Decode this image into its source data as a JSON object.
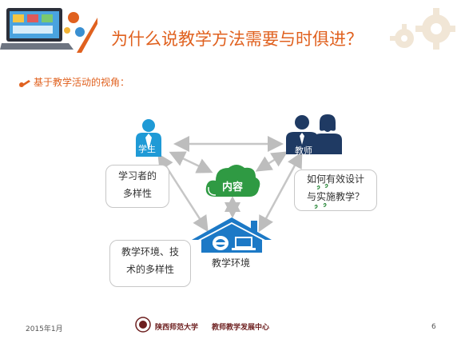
{
  "header": {
    "title": "为什么说教学方法需要与时俱进？"
  },
  "bullet": {
    "text": "基于教学活动的视角："
  },
  "diagram": {
    "student_label": "学生",
    "teacher_label": "教师",
    "content_label": "内容",
    "environment_label": "教学环境",
    "box_student": [
      "学习者的",
      "多样性"
    ],
    "box_teacher": [
      "如何有效设计",
      "与实施教学？"
    ],
    "box_environment": [
      "教学环境、技",
      "术的多样性"
    ]
  },
  "footer": {
    "date": "2015年1月",
    "university": "陕西师范大学",
    "center": "教师教学发展中心",
    "page": "6"
  },
  "colors": {
    "accent": "#e0611f",
    "student_blue": "#1f9ad6",
    "teacher_navy": "#1f3a63",
    "cloud_green": "#2f9a43",
    "house_blue": "#1c79c6"
  }
}
